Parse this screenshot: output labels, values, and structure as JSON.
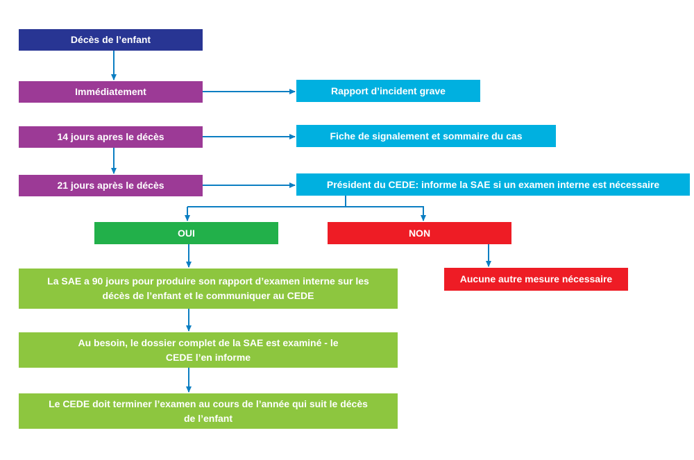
{
  "colors": {
    "dark_blue": "#283593",
    "purple": "#9c3a96",
    "cyan": "#00b0e0",
    "green_dark": "#22b04a",
    "green_light": "#8dc63f",
    "red": "#ee1c25",
    "connector": "#0b7ec2"
  },
  "boxes": {
    "deces": "Décès de l’enfant",
    "immediatement": "Immédiatement",
    "jours14": "14 jours apres le décès",
    "jours21": "21 jours après le décès",
    "rapport": "Rapport d’incident grave",
    "fiche": "Fiche de signalement et sommaire du cas",
    "president": "Président du CEDE: informe la SAE si un examen interne est nécessaire",
    "oui": "OUI",
    "non": "NON",
    "aucune": "Aucune autre mesure nécessaire",
    "sae": [
      "La SAE a 90 jours pour produire son rapport d’examen interne sur les",
      "décès de l’enfant et le communiquer au CEDE"
    ],
    "besoin": [
      "Au besoin, le dossier complet de la SAE est examiné - le",
      "CEDE l’en informe"
    ],
    "final": [
      "Le CEDE doit terminer l’examen au cours de l’année qui suit le décès",
      "de l’enfant"
    ]
  }
}
